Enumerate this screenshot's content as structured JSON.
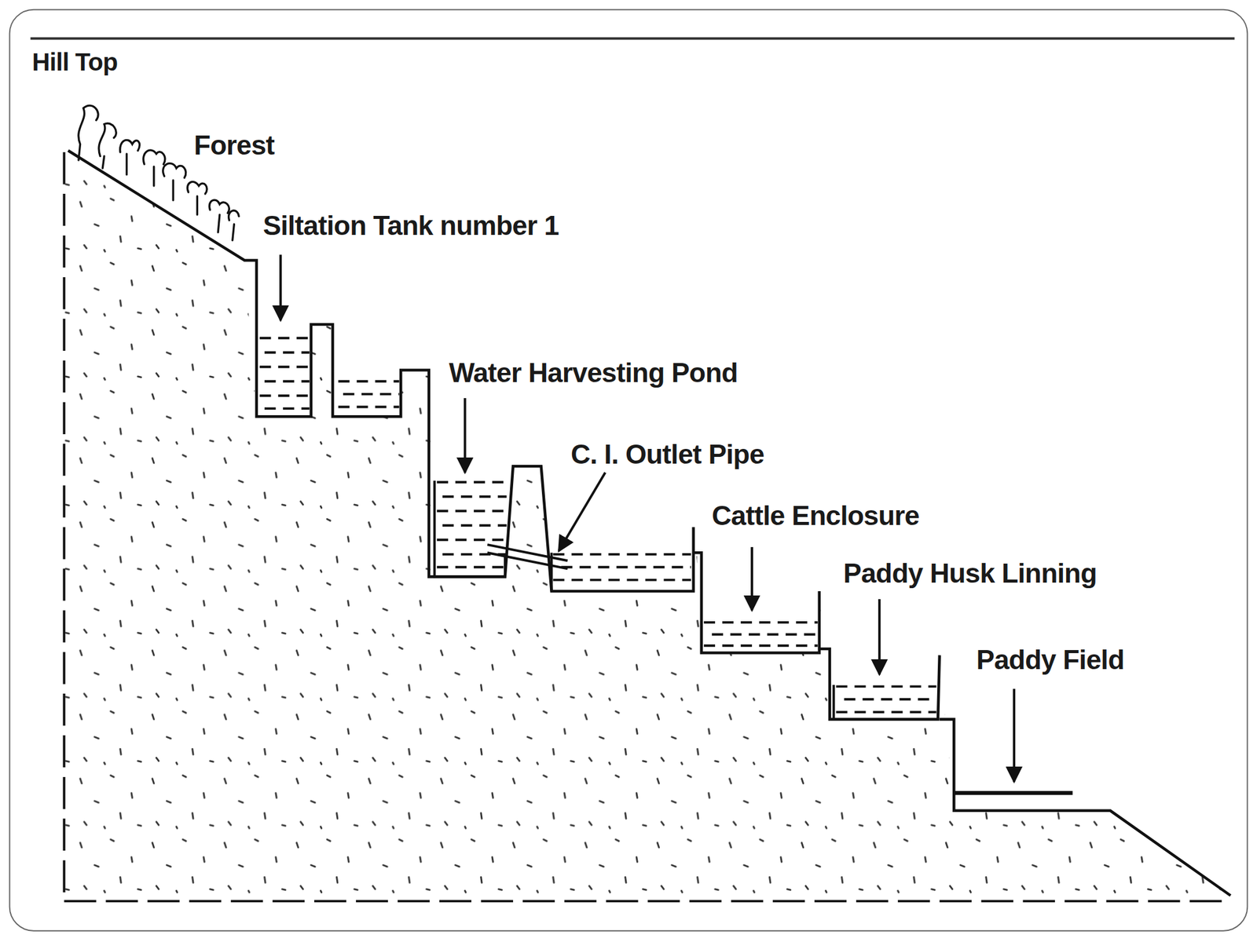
{
  "diagram": {
    "labels": [
      "Hill Top",
      "Forest",
      "Siltation Tank number 1",
      "Water Harvesting Pond",
      "C. I. Outlet Pipe",
      "Cattle Enclosure",
      "Paddy Husk Linning",
      "Paddy Field"
    ]
  }
}
